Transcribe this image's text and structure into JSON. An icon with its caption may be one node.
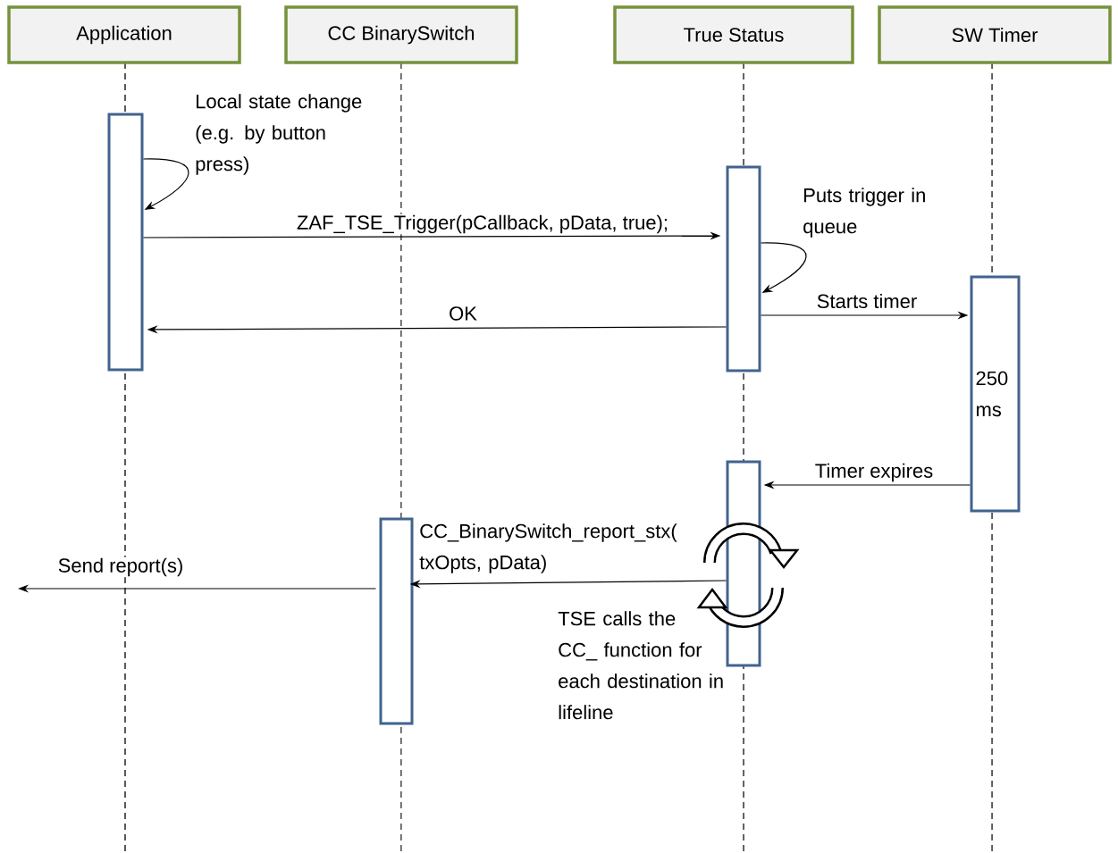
{
  "diagram": {
    "nodes": [
      {
        "text": [
          "Application"
        ]
      },
      {
        "text": [
          "CC BinarySwitch"
        ]
      },
      {
        "text": [
          "True Status"
        ]
      },
      {
        "text": [
          "SW Timer"
        ]
      },
      {
        "text": [],
        "shape": "box"
      },
      {
        "text": [],
        "shape": "box"
      },
      {
        "text": [
          "250 ms"
        ]
      },
      {
        "text": [],
        "shape": "box"
      },
      {
        "text": [],
        "shape": "box"
      }
    ],
    "edges": [
      {
        "from": 4,
        "to": 4,
        "arrow": "to",
        "label": "Local state change (e.g. by button press)"
      },
      {
        "from": 4,
        "to": 5,
        "arrow": "to",
        "label": "ZAF_TSE_Trigger(pCallback, pData, true);"
      },
      {
        "from": 5,
        "to": 5,
        "arrow": "to",
        "label": "Puts trigger in queue"
      },
      {
        "from": 5,
        "to": 4,
        "arrow": "to",
        "label": "OK"
      },
      {
        "from": 5,
        "to": 6,
        "arrow": "to",
        "label": "Starts timer"
      },
      {
        "from": 6,
        "to": 7,
        "arrow": "to",
        "label": "Timer expires"
      },
      {
        "from": 7,
        "to": 8,
        "arrow": "to",
        "label": "CC_BinarySwitch_report_stx( txOpts, pData)"
      },
      {
        "from": 8,
        "to": null,
        "arrow": "to",
        "label": "Send report(s)"
      }
    ],
    "labels": [
      "TSE calls the CC_ function for each destination in lifeline"
    ]
  }
}
